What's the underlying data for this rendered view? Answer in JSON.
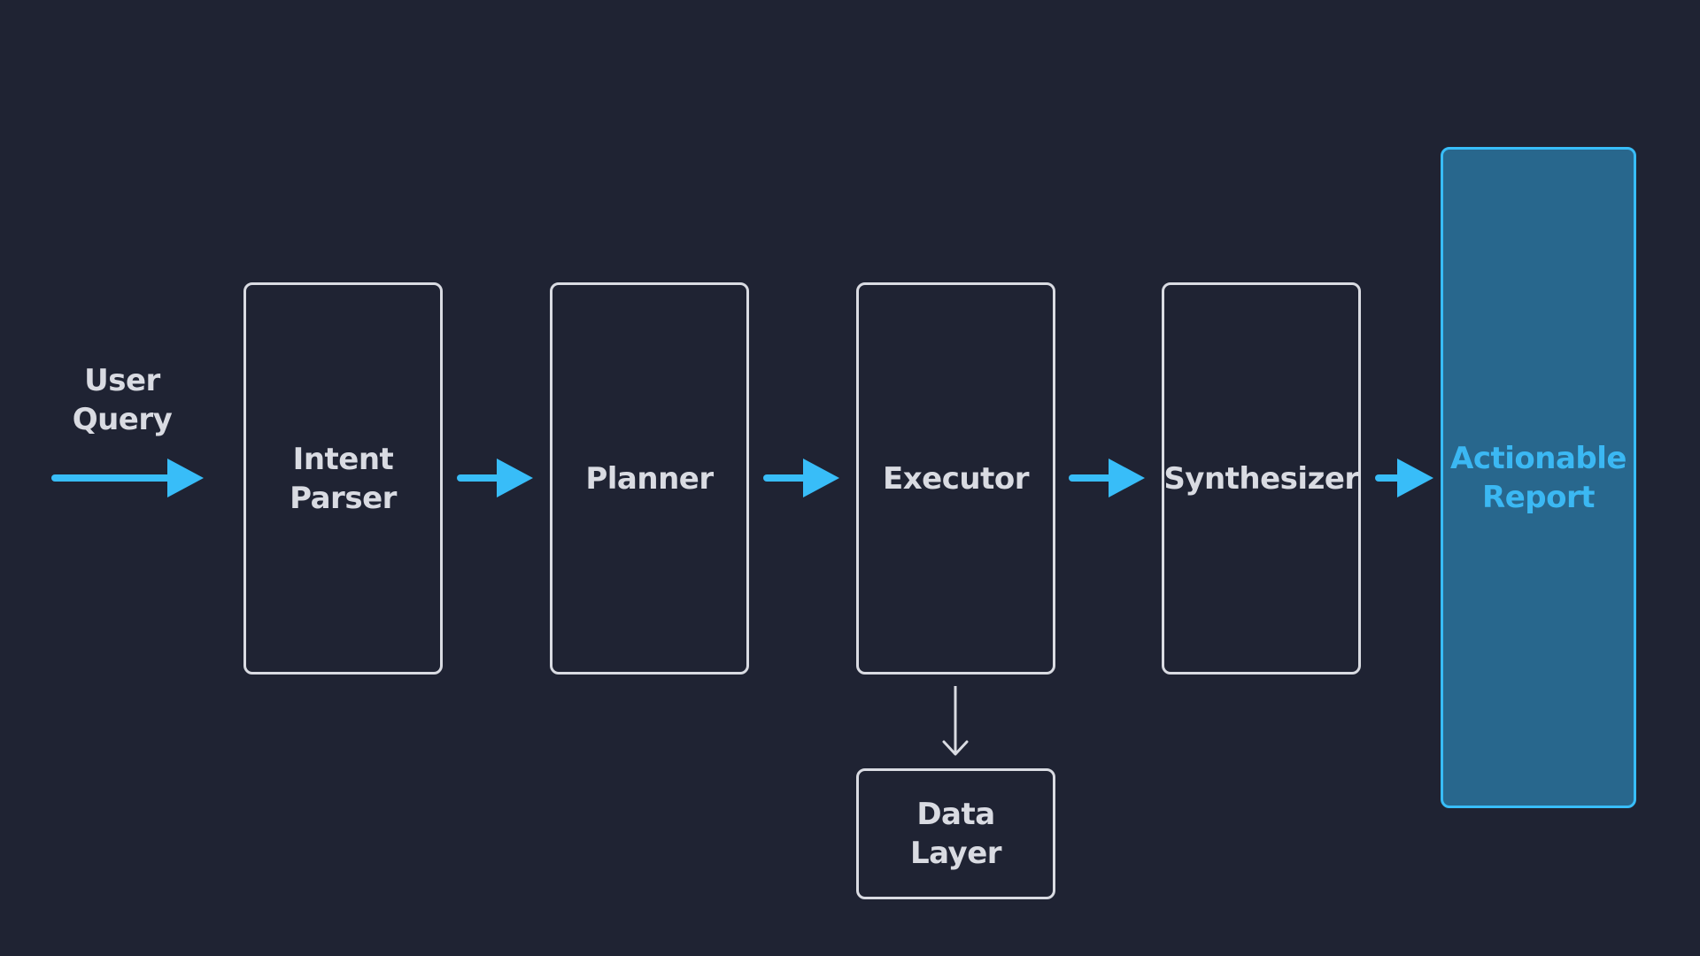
{
  "diagram": {
    "input": {
      "line1": "User",
      "line2": "Query"
    },
    "nodes": {
      "intent_parser": {
        "line1": "Intent",
        "line2": "Parser"
      },
      "planner": {
        "label": "Planner"
      },
      "executor": {
        "label": "Executor"
      },
      "synthesizer": {
        "label": "Synthesizer"
      },
      "data_layer": {
        "line1": "Data",
        "line2": "Layer"
      },
      "report": {
        "line1": "Actionable",
        "line2": "Report"
      }
    },
    "colors": {
      "background": "#1f2333",
      "node_border": "#d9dbe2",
      "accent": "#38bdf8",
      "report_fill": "#28678d"
    }
  }
}
